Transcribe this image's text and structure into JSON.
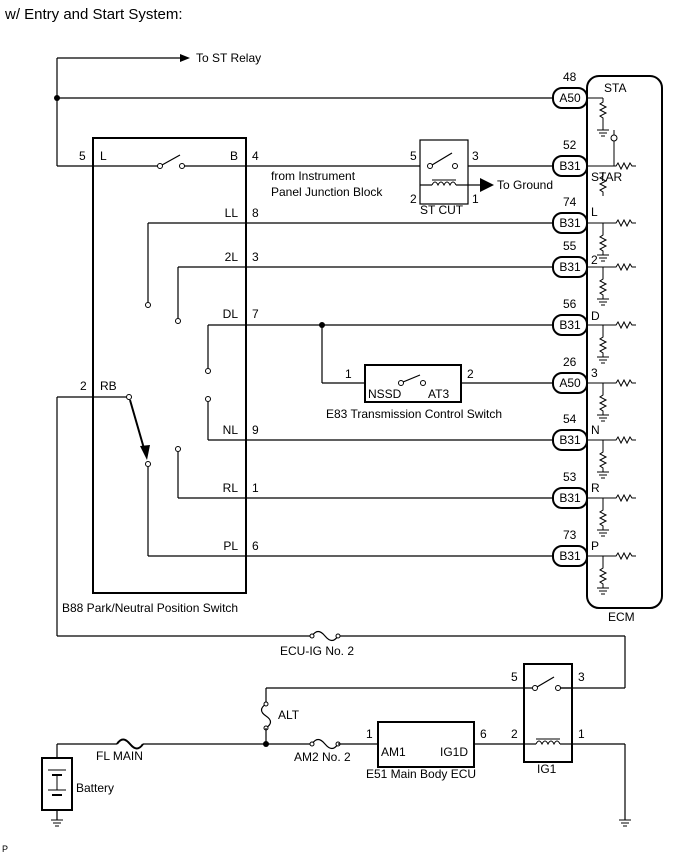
{
  "header": "w/ Entry and Start System:",
  "footer_code": "P",
  "to_st_relay": "To ST Relay",
  "from_panel_line1": "from Instrument",
  "from_panel_line2": "Panel Junction Block",
  "to_ground": "To Ground",
  "ecm": {
    "label": "ECM",
    "pins": [
      {
        "num": "48",
        "conn": "A50",
        "label": "STA"
      },
      {
        "num": "52",
        "conn": "B31",
        "label": "STAR"
      },
      {
        "num": "74",
        "conn": "B31",
        "label": "L"
      },
      {
        "num": "55",
        "conn": "B31",
        "label": "2"
      },
      {
        "num": "56",
        "conn": "B31",
        "label": "D"
      },
      {
        "num": "26",
        "conn": "A50",
        "label": "3"
      },
      {
        "num": "54",
        "conn": "B31",
        "label": "N"
      },
      {
        "num": "53",
        "conn": "B31",
        "label": "R"
      },
      {
        "num": "73",
        "conn": "B31",
        "label": "P"
      }
    ]
  },
  "pnp_switch": {
    "label": "B88 Park/Neutral Position Switch",
    "left_terminals": [
      {
        "num": "5",
        "label": "L"
      },
      {
        "num": "2",
        "label": "RB"
      }
    ],
    "right_terminals": [
      {
        "label": "B",
        "num": "4"
      },
      {
        "label": "LL",
        "num": "8"
      },
      {
        "label": "2L",
        "num": "3"
      },
      {
        "label": "DL",
        "num": "7"
      },
      {
        "label": "NL",
        "num": "9"
      },
      {
        "label": "RL",
        "num": "1"
      },
      {
        "label": "PL",
        "num": "6"
      }
    ]
  },
  "st_cut": {
    "label": "ST CUT",
    "pins": [
      "5",
      "3",
      "2",
      "1"
    ]
  },
  "tcs": {
    "label": "E83 Transmission Control Switch",
    "left_num": "1",
    "right_num": "2",
    "left_label": "NSSD",
    "right_label": "AT3"
  },
  "fuses": {
    "ecu_ig": "ECU-IG No. 2",
    "alt": "ALT",
    "fl_main": "FL MAIN",
    "am2": "AM2 No. 2"
  },
  "ig1": {
    "label": "IG1",
    "pins": [
      "5",
      "3",
      "2",
      "1"
    ]
  },
  "body_ecu": {
    "label": "E51 Main Body ECU",
    "left_num": "1",
    "right_num": "6",
    "left_label": "AM1",
    "right_label": "IG1D"
  },
  "battery": "Battery"
}
